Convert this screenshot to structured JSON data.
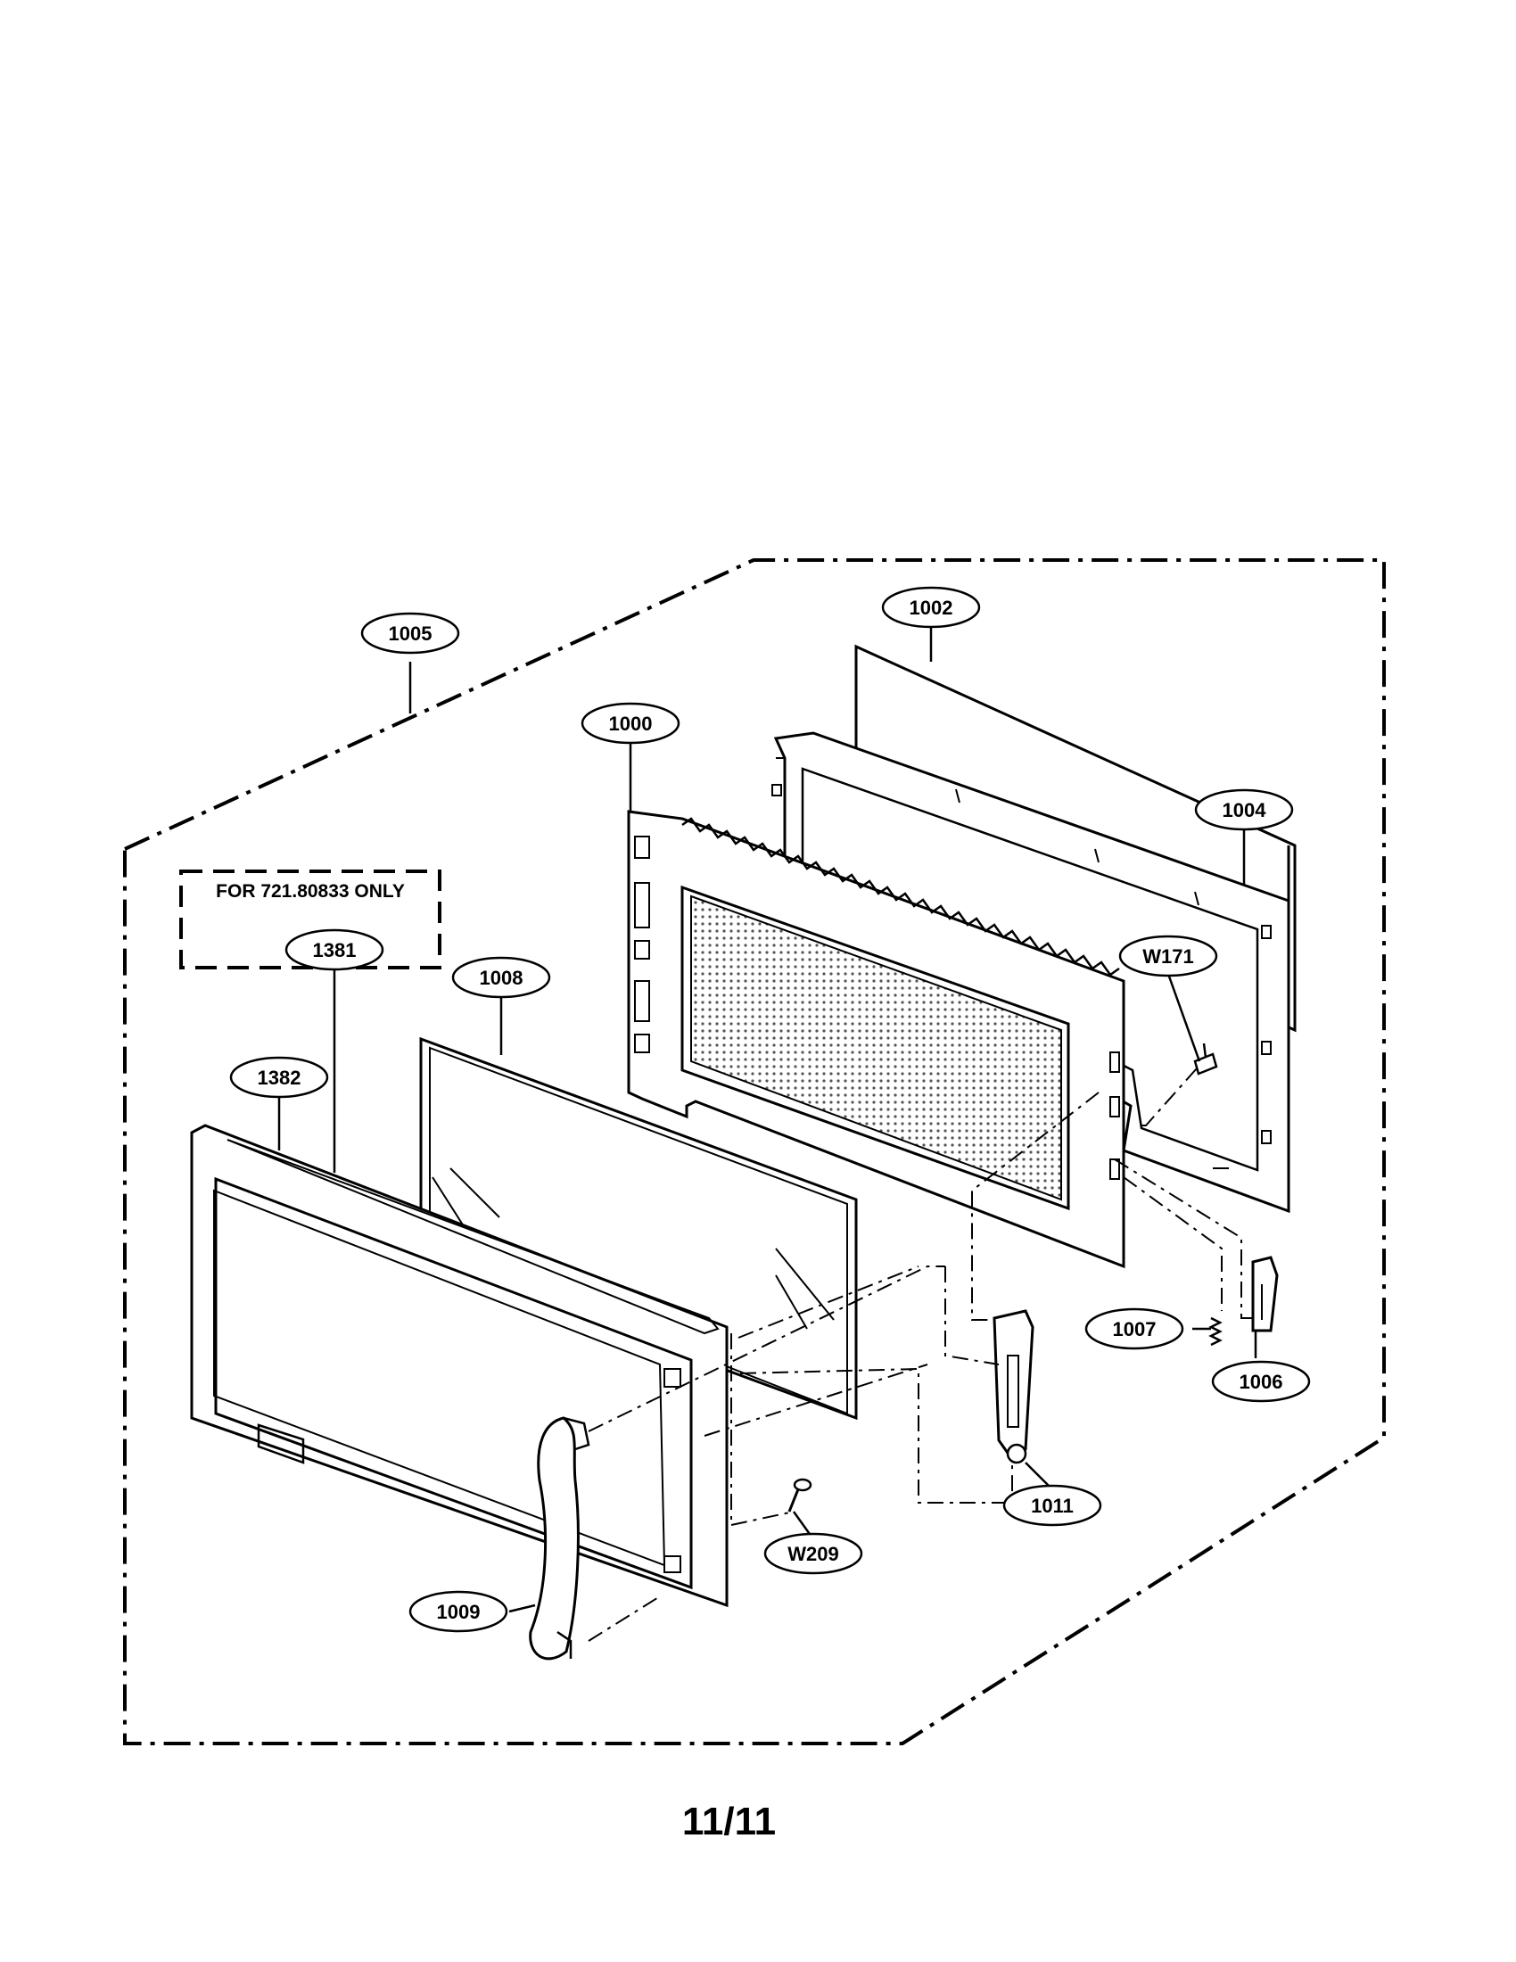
{
  "callouts": {
    "c1005": "1005",
    "c1002": "1002",
    "c1000": "1000",
    "c1004": "1004",
    "cW171": "W171",
    "c1381": "1381",
    "c1008": "1008",
    "c1382": "1382",
    "c1007": "1007",
    "c1006": "1006",
    "c1011": "1011",
    "cW209": "W209",
    "c1009": "1009"
  },
  "note": "FOR 721.80833 ONLY",
  "page_number": "11/11"
}
